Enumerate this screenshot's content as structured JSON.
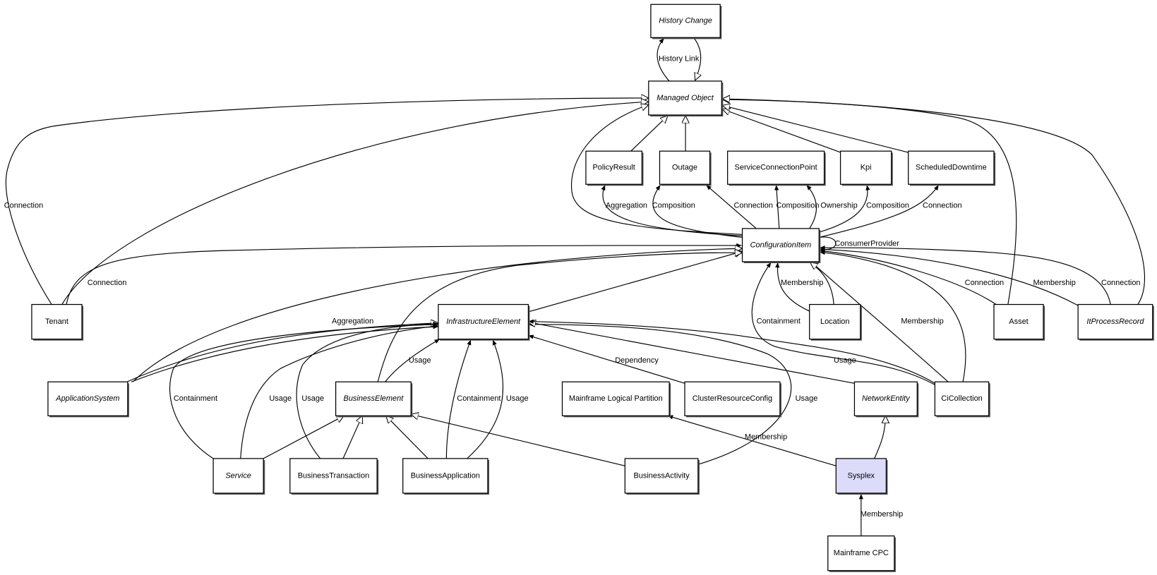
{
  "nodes": {
    "history_change": "History Change",
    "managed_object": "Managed Object",
    "policy_result": "PolicyResult",
    "outage": "Outage",
    "service_connection_point": "ServiceConnectionPoint",
    "kpi": "Kpi",
    "scheduled_downtime": "ScheduledDowntime",
    "configuration_item": "ConfigurationItem",
    "tenant": "Tenant",
    "infrastructure_element": "InfrastructureElement",
    "location": "Location",
    "asset": "Asset",
    "it_process_record": "ItProcessRecord",
    "application_system": "ApplicationSystem",
    "business_element": "BusinessElement",
    "mainframe_logical_partition": "Mainframe Logical Partition",
    "cluster_resource_config": "ClusterResourceConfig",
    "network_entity": "NetworkEntity",
    "ci_collection": "CiCollection",
    "service": "Service",
    "business_transaction": "BusinessTransaction",
    "business_application": "BusinessApplication",
    "business_activity": "BusinessActivity",
    "sysplex": "Sysplex",
    "mainframe_cpc": "Mainframe CPC"
  },
  "edge_labels": {
    "history_link": "History Link",
    "tenant_mo_connection": "Connection",
    "tenant_ci_connection": "Connection",
    "ci_policy_aggregation": "Aggregation",
    "ci_outage_composition": "Composition",
    "ci_outage_connection": "Connection",
    "ci_scp_composition": "Composition",
    "ci_scp_ownership": "Ownership",
    "ci_kpi_composition": "Composition",
    "ci_sd_connection": "Connection",
    "ci_consumer_provider": "ConsumerProvider",
    "appsys_aggregation": "Aggregation",
    "be_ie_usage": "Usage",
    "service_containment": "Containment",
    "service_usage": "Usage",
    "bt_usage": "Usage",
    "ba_containment": "Containment",
    "ba_usage": "Usage",
    "bact_usage": "Usage",
    "crc_dependency": "Dependency",
    "cic_usage": "Usage",
    "cic_containment": "Containment",
    "cic_membership": "Membership",
    "location_membership": "Membership",
    "asset_connection": "Connection",
    "ipr_membership": "Membership",
    "ipr_connection": "Connection",
    "sysplex_membership": "Membership",
    "cpc_membership": "Membership"
  },
  "colors": {
    "highlight_fill": "#dcdcfa",
    "line": "#000000"
  }
}
